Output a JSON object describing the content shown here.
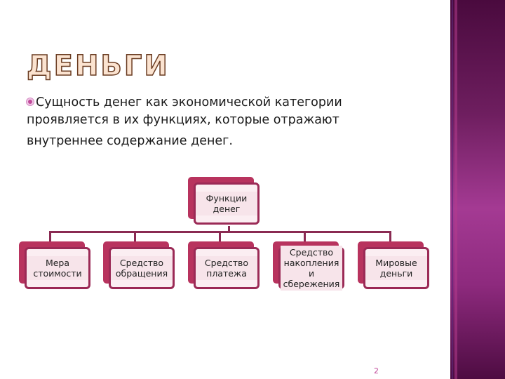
{
  "slide": {
    "title": "ДЕНЬГИ",
    "bullet": {
      "icon": "circle-bullet-icon",
      "line1": "Сущность денег как экономической категории",
      "line2": "проявляется в их функциях, которые отражают",
      "line3": "внутреннее содержание денег."
    },
    "diagram": {
      "root": "Функции денег",
      "children": [
        "Мера стоимости",
        "Средство обращения",
        "Средство платежа",
        "Средство накопления и сбережения",
        "Мировые деньги"
      ]
    },
    "page_number": "2",
    "colors": {
      "accent": "#b8335e",
      "border": "#9b2a56",
      "connector": "#8a2a52",
      "sidebar_top": "#4a0a3e",
      "sidebar_mid": "#a43a93"
    }
  }
}
